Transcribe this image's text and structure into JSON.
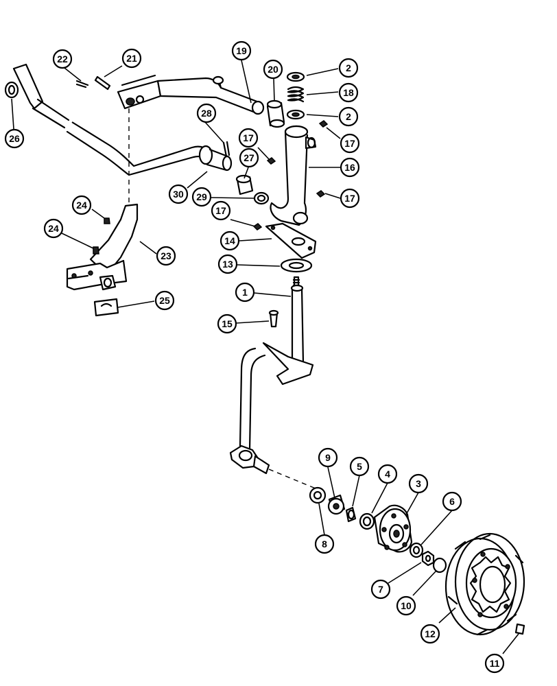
{
  "callouts": [
    "1",
    "2",
    "2",
    "3",
    "4",
    "5",
    "6",
    "7",
    "8",
    "9",
    "10",
    "11",
    "12",
    "13",
    "14",
    "15",
    "16",
    "17",
    "17",
    "17",
    "17",
    "18",
    "19",
    "20",
    "21",
    "22",
    "23",
    "24",
    "24",
    "25",
    "26",
    "27",
    "28",
    "29",
    "30"
  ]
}
